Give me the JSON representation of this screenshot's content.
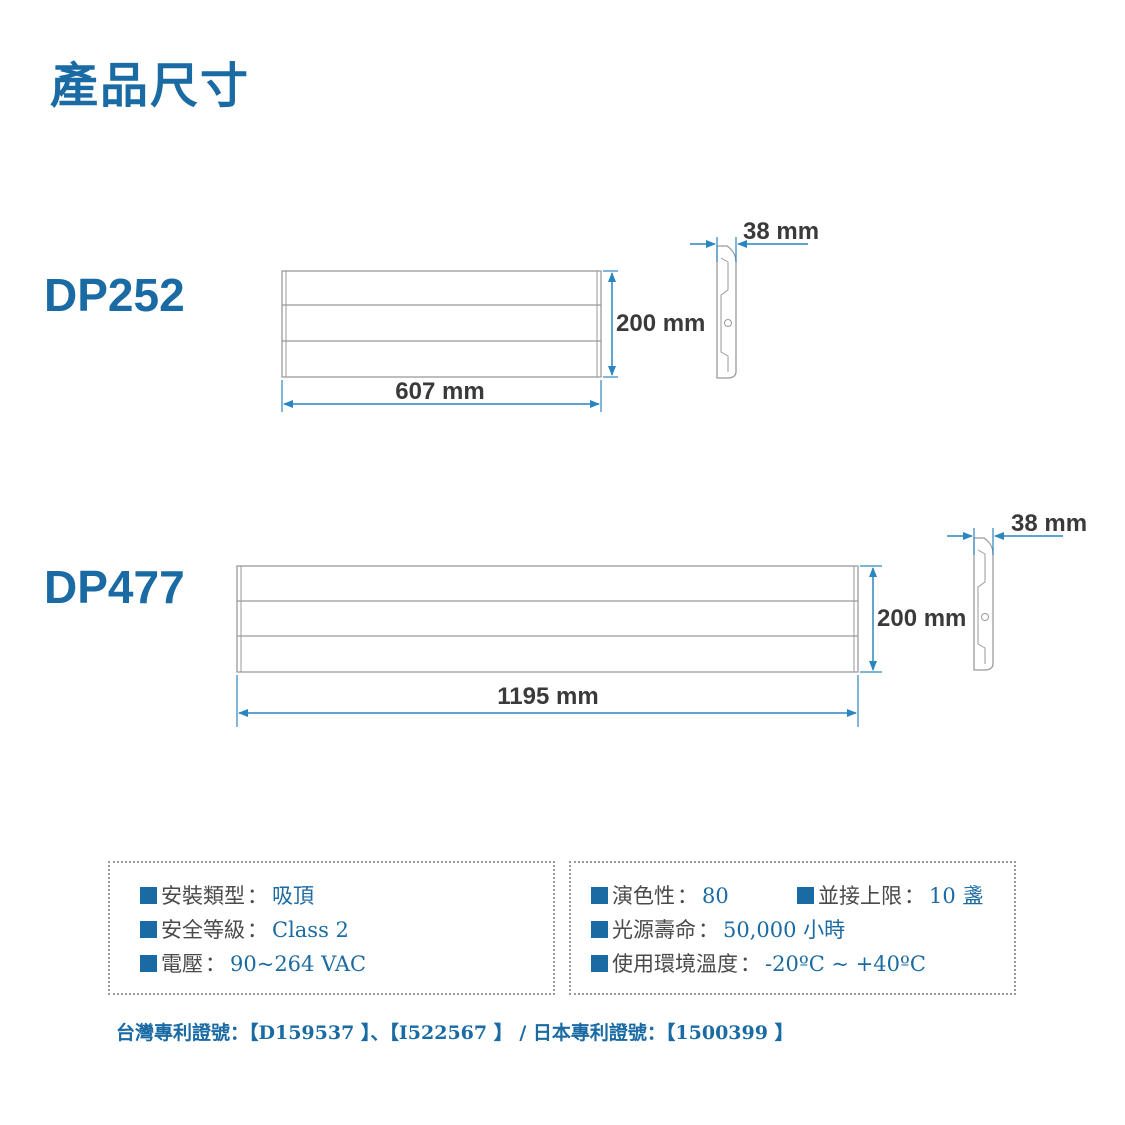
{
  "page": {
    "title": "產品尺寸",
    "accent_color": "#1a6aa3",
    "line_color": "#9a9a9a",
    "dimension_color": "#2a86c0"
  },
  "models": [
    {
      "name": "DP252",
      "length_label": "607 mm",
      "height_label": "200 mm",
      "depth_label": "38 mm"
    },
    {
      "name": "DP477",
      "length_label": "1195 mm",
      "height_label": "200 mm",
      "depth_label": "38 mm"
    }
  ],
  "specs_left": [
    {
      "label": "安裝類型",
      "sep": "：",
      "value": "吸頂"
    },
    {
      "label": "安全等級",
      "sep": "：",
      "value": "Class 2"
    },
    {
      "label": "電壓",
      "sep": "：",
      "value": "90~264 VAC"
    }
  ],
  "specs_right": [
    {
      "label": "演色性",
      "sep": "：",
      "value": "80"
    },
    {
      "label": "並接上限",
      "sep": "：",
      "value": "10 盞"
    },
    {
      "label": "光源壽命",
      "sep": "：",
      "value": "50,000 小時"
    },
    {
      "label": "使用環境溫度",
      "sep": "：",
      "value": "-20ºC ~ +40ºC"
    }
  ],
  "patent": "台灣專利證號：【D159537 】、【I522567 】 / 日本專利證號：【1500399 】"
}
